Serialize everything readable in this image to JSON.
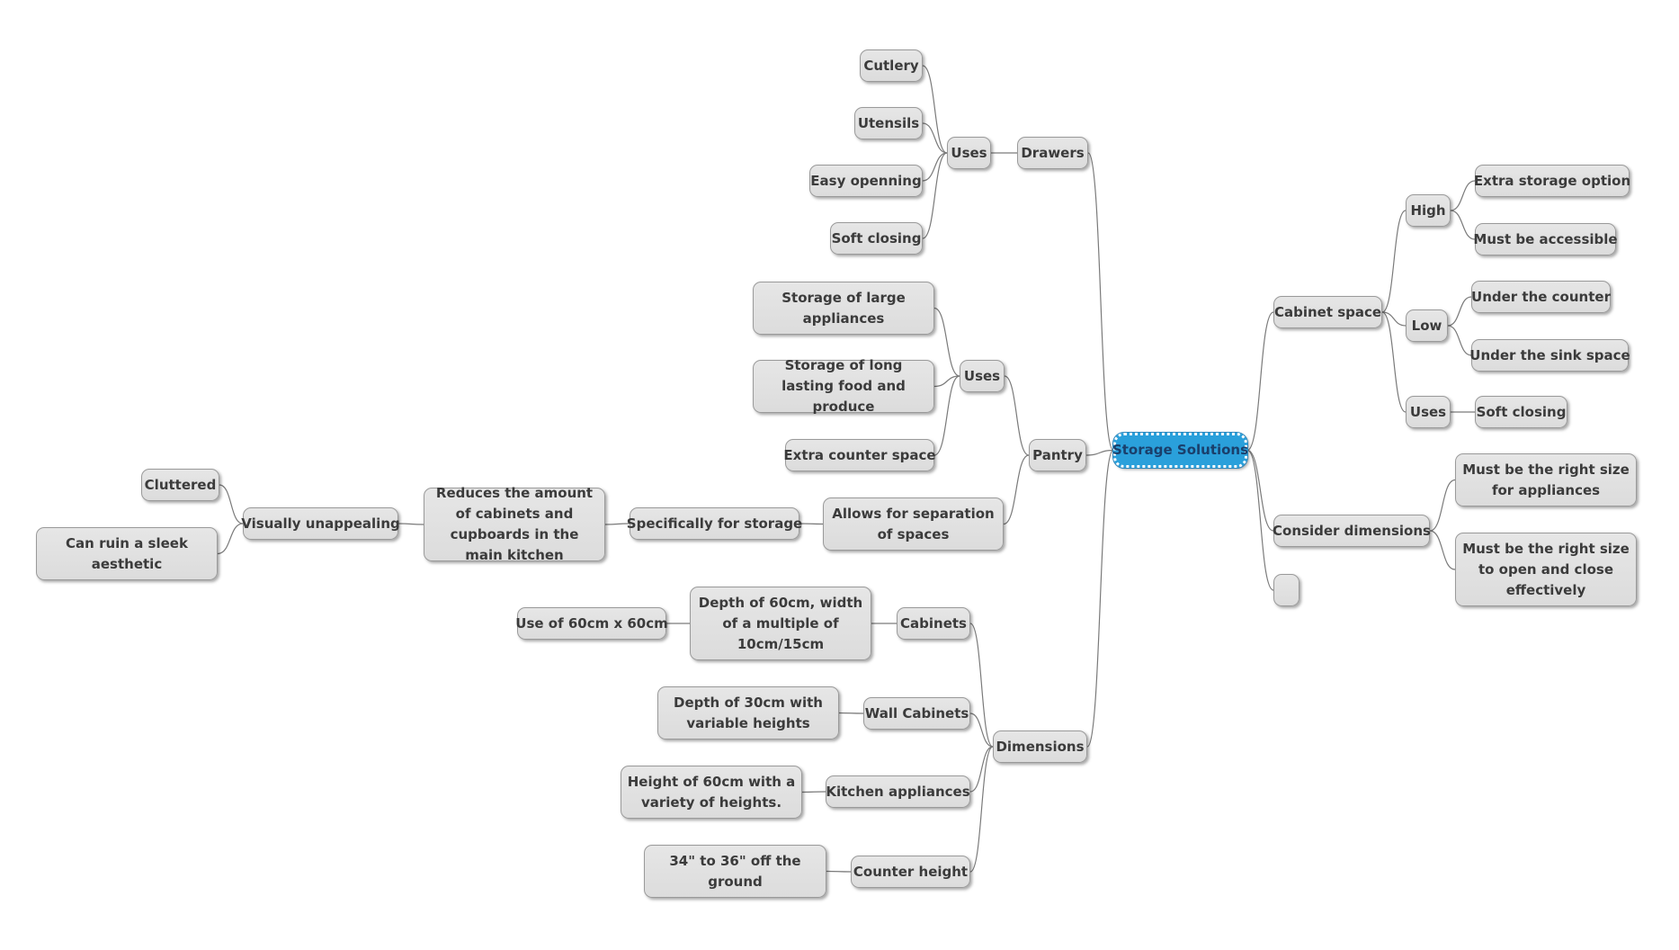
{
  "root": "Storage Solutions",
  "drawers": {
    "label": "Drawers",
    "uses": "Uses",
    "items": [
      "Cutlery",
      "Utensils",
      "Easy openning",
      "Soft closing"
    ]
  },
  "pantry": {
    "label": "Pantry",
    "uses": "Uses",
    "uses_items": [
      "Storage of large appliances",
      "Storage of long lasting food and produce",
      "Extra counter space"
    ],
    "separation": "Allows for separation of spaces",
    "storage": "Specifically for storage",
    "reduces": "Reduces the amount of cabinets and cupboards in the main kitchen",
    "unappealing": "Visually unappealing",
    "cluttered": "Cluttered",
    "sleek": "Can ruin a sleek aesthetic"
  },
  "dimensions": {
    "label": "Dimensions",
    "cabinets": "Cabinets",
    "cabinets_detail": "Depth of 60cm, width of a multiple of 10cm/15cm",
    "cabinets_use": "Use of 60cm x 60cm",
    "wall_cabinets": "Wall Cabinets",
    "wall_detail": "Depth of 30cm with variable heights",
    "appliances": "Kitchen appliances",
    "appliances_detail": "Height of 60cm with a variety of heights.",
    "counter": "Counter height",
    "counter_detail": "34\" to 36\" off the ground"
  },
  "cabinet_space": {
    "label": "Cabinet space",
    "high": "High",
    "high_items": [
      "Extra storage option",
      "Must be accessible"
    ],
    "low": "Low",
    "low_items": [
      "Under the counter",
      "Under the sink space"
    ],
    "uses": "Uses",
    "uses_items": [
      "Soft closing"
    ]
  },
  "consider": {
    "label": "Consider dimensions",
    "items": [
      "Must be the right size for appliances",
      "Must be the right size to open and close effectively"
    ]
  },
  "empty_topic": ""
}
